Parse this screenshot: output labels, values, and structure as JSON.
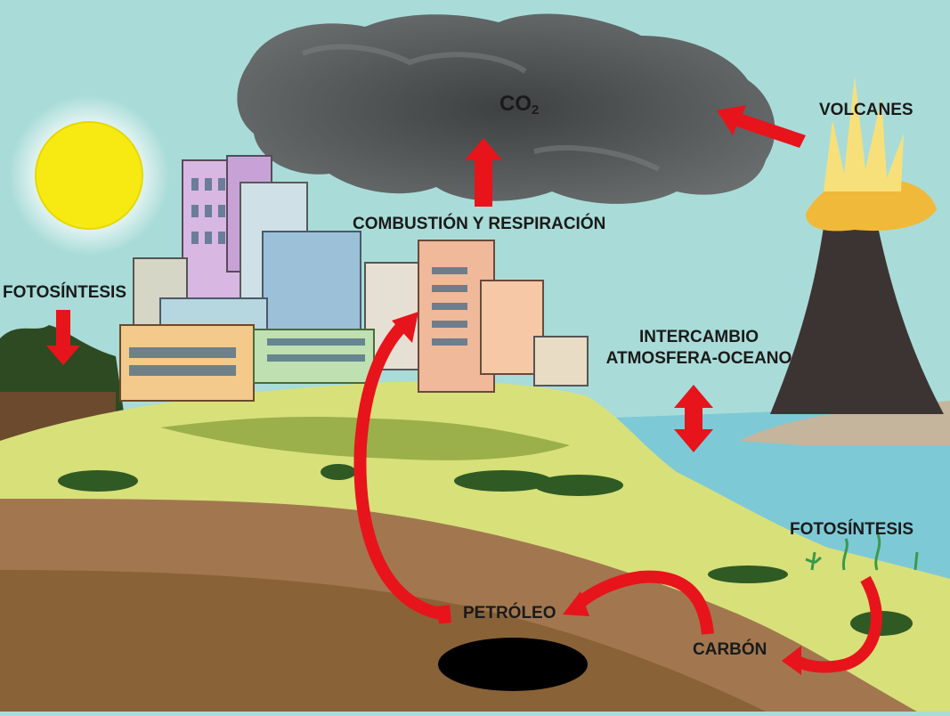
{
  "labels": {
    "co2_main": "CO",
    "co2_sub": "2",
    "volcanes": "VOLCANES",
    "combustion": "COMBUSTIÓN Y RESPIRACIÓN",
    "fotosintesis_left": "FOTOSÍNTESIS",
    "intercambio_line1": "INTERCAMBIO",
    "intercambio_line2": "ATMOSFERA-OCEANO",
    "fotosintesis_right": "FOTOSÍNTESIS",
    "petroleo": "PETRÓLEO",
    "carbon": "CARBÓN"
  },
  "colors": {
    "sky": "#a9dcd8",
    "arrow": "#e8141b",
    "sun": "#f7ea12",
    "smoke": "#55595a",
    "sea": "#7ec9d6",
    "soil": "#a27750",
    "grass": "#d8e07a"
  }
}
